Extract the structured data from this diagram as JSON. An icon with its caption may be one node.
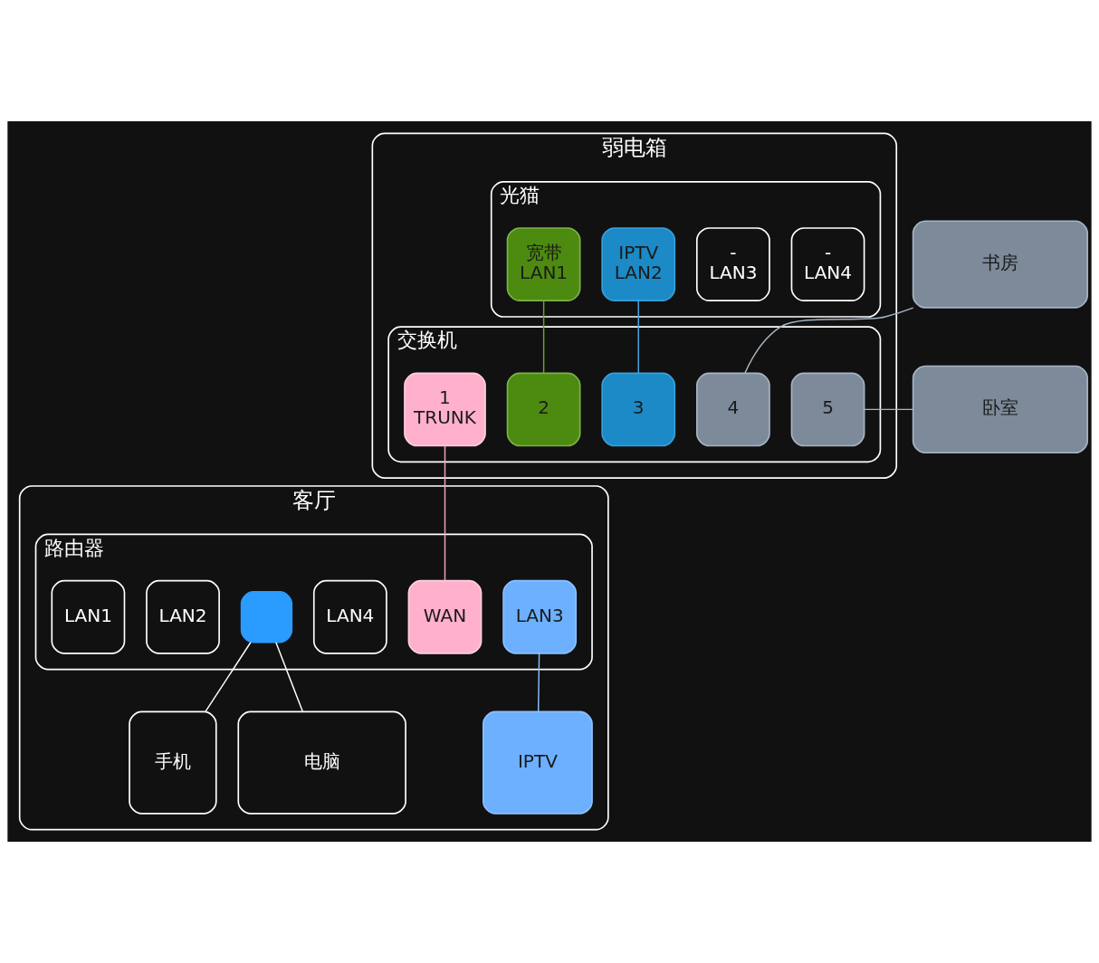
{
  "diagram": {
    "nodes": [
      {
        "text": [
          "弱电箱"
        ]
      },
      {
        "text": [
          "光猫"
        ],
        "in": 0
      },
      {
        "text": [
          "宽带",
          "LAN1"
        ],
        "in": 1
      },
      {
        "text": [
          "IPTV",
          "LAN2"
        ],
        "in": 1
      },
      {
        "text": [
          "-",
          "LAN3"
        ],
        "in": 1
      },
      {
        "text": [
          "-",
          "LAN4"
        ],
        "in": 1
      },
      {
        "text": [
          "交换机"
        ],
        "in": 0
      },
      {
        "text": [
          "1",
          "TRUNK"
        ],
        "in": 6
      },
      {
        "text": [
          "2"
        ],
        "in": 6
      },
      {
        "text": [
          "3"
        ],
        "in": 6
      },
      {
        "text": [
          "4"
        ],
        "in": 6
      },
      {
        "text": [
          "5"
        ],
        "in": 6
      },
      {
        "text": [
          "书房"
        ]
      },
      {
        "text": [
          "卧室"
        ]
      },
      {
        "text": [
          "客厅"
        ]
      },
      {
        "text": [
          "路由器"
        ],
        "in": 14
      },
      {
        "text": [],
        "shape": "box",
        "in": 15
      },
      {
        "text": [
          "WAN"
        ],
        "in": 15
      },
      {
        "text": [
          "LAN1"
        ],
        "in": 15
      },
      {
        "text": [
          "LAN2"
        ],
        "in": 15
      },
      {
        "text": [
          "LAN3"
        ],
        "in": 15
      },
      {
        "text": [
          "LAN4"
        ],
        "in": 15
      },
      {
        "text": [
          "手机"
        ],
        "in": 14
      },
      {
        "text": [
          "电脑"
        ],
        "in": 14
      },
      {
        "text": [
          "IPTV"
        ],
        "in": 14
      }
    ],
    "edges": [
      {
        "from": 2,
        "to": 8,
        "arrow": "none",
        "color": "#6aa52a"
      },
      {
        "from": 3,
        "to": 9,
        "arrow": "none",
        "color": "#4aa8e8"
      },
      {
        "from": 12,
        "to": 10,
        "arrow": "none",
        "color": "#a6b4c4"
      },
      {
        "from": 11,
        "to": 13,
        "arrow": "none",
        "color": "#a6b4c4"
      },
      {
        "from": 7,
        "to": 17,
        "arrow": "none",
        "color": "#f7a8b8"
      },
      {
        "from": 16,
        "to": 22,
        "arrow": "none",
        "color": "#ffffff"
      },
      {
        "from": 16,
        "to": 23,
        "arrow": "none",
        "color": "#ffffff"
      },
      {
        "from": 20,
        "to": 24,
        "arrow": "none",
        "color": "#8cc0ff"
      }
    ]
  }
}
